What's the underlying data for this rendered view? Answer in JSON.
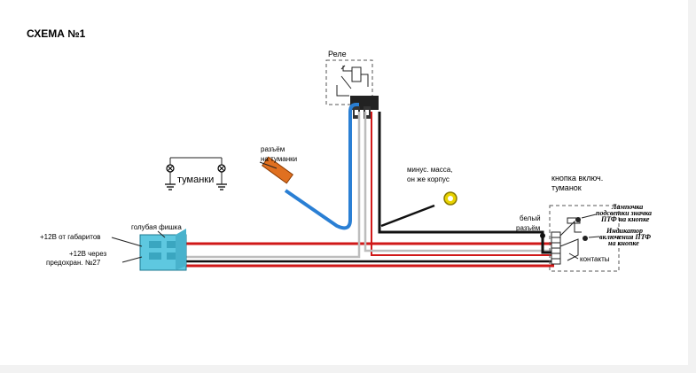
{
  "title": "СХЕМА №1",
  "labels": {
    "relay": "Реле",
    "fog_connector_1": "разъём",
    "fog_connector_2": "на туманки",
    "fog_lamps": "туманки",
    "ground_1": "минус. масса,",
    "ground_2": "он же корпус",
    "button_1": "кнопка включ.",
    "button_2": "туманок",
    "white_connector_1": "белый",
    "white_connector_2": "разъём",
    "lamp_1": "Лампочка",
    "lamp_2": "подсветки значка",
    "lamp_3": "ПТФ на кнопке",
    "indicator_1": "Индикатор",
    "indicator_2": "включения ПТФ",
    "indicator_3": "на кнопке",
    "contacts": "контакты",
    "blue_plug": "голубая фишка",
    "plus12_parking": "+12В от габаритов",
    "plus12_fuse_1": "+12В через",
    "plus12_fuse_2": "предохран. №27"
  },
  "colors": {
    "blue_wire": "#2a7fd4",
    "red_wire": "#d01818",
    "black_wire": "#111111",
    "white_wire": "#cfcfcf",
    "plug": "#5ec8e0",
    "fog_connector": "#e07020",
    "ring_terminal": "#e8d200"
  },
  "icons": [
    "fog-lamp-icon",
    "ground-icon",
    "relay-icon",
    "bulb-icon",
    "ring-terminal-icon"
  ]
}
